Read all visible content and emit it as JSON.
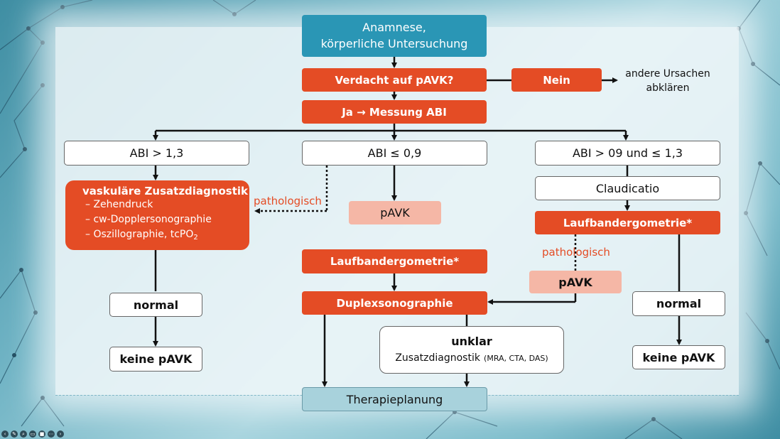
{
  "flow": {
    "start_line1": "Anamnese,",
    "start_line2": "körperliche Untersuchung",
    "suspicion": "Verdacht auf pAVK?",
    "no": "Nein",
    "other_line1": "andere Ursachen",
    "other_line2": "abklären",
    "yes_measure": "Ja → Messung ABI",
    "abi_high": "ABI > 1,3",
    "abi_low": "ABI ≤ 0,9",
    "abi_mid": "ABI > 09 und ≤ 1,3",
    "vasc_title": "vaskuläre Zusatzdiagnostik",
    "vasc_item1": "–  Zehendruck",
    "vasc_item2": "–  cw-Dopplersonographie",
    "vasc_item3_pre": "–  Oszillographie, tcPO",
    "vasc_item3_sub": "2",
    "pathologic_left": "pathologisch",
    "pavk_center": "pAVK",
    "treadmill_center": "Laufbandergometrie*",
    "duplex": "Duplexsonographie",
    "unclear": "unklar",
    "additional": "Zusatzdiagnostik",
    "additional_detail": "(MRA, CTA, DAS)",
    "normal_left": "normal",
    "no_pavk_left": "keine pAVK",
    "claudicatio": "Claudicatio",
    "treadmill_right": "Laufbandergometrie*",
    "pathologic_right": "pathologisch",
    "pavk_right": "pAVK",
    "normal_right": "normal",
    "no_pavk_right": "keine pAVK",
    "therapy": "Therapieplanung"
  },
  "colors": {
    "orange": "#e44c25",
    "blue": "#2a96b5",
    "pink": "#f5b7a6",
    "therapy": "#a8d2dc"
  },
  "footer_icons": [
    "prev-icon",
    "pen-icon",
    "zoom-icon",
    "subtitles-icon",
    "camera-icon",
    "more-icon",
    "next-icon"
  ]
}
